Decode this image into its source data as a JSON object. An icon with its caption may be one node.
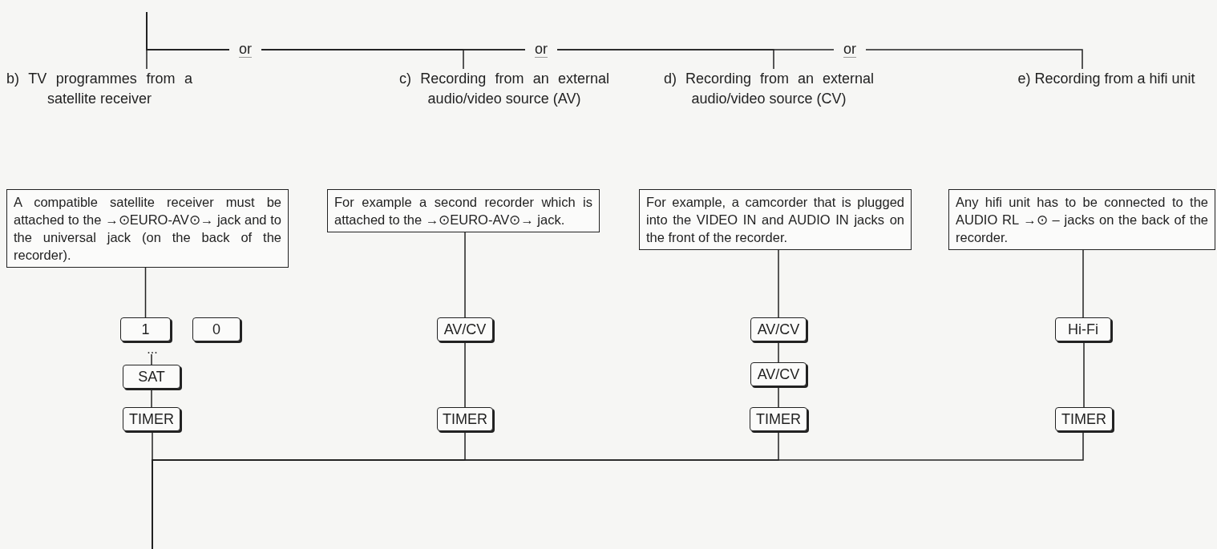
{
  "diagram": {
    "nodes": [
      {
        "text": [
          "b) TV programmes from a satellite receiver"
        ]
      },
      {
        "text": [
          "c) Recording from an external audio/video source (AV)"
        ]
      },
      {
        "text": [
          "d) Recording from an external audio/video source (CV)"
        ]
      },
      {
        "text": [
          "e) Recording from a hifi unit"
        ]
      },
      {
        "text": [
          "A compatible satellite receiver must be attached to the →⊙EURO-AV⊙→ jack and to the universal jack (on the back of the recorder)."
        ]
      },
      {
        "text": [
          "For example a second recorder which is attached to the →⊙EURO-AV⊙→ jack."
        ]
      },
      {
        "text": [
          "For example, a camcorder that is plugged into the VIDEO IN and AUDIO IN jacks on the front of the recorder."
        ]
      },
      {
        "text": [
          "Any hifi unit has to be connected to the AUDIO RL →⊙ – jacks on the back of the recorder."
        ]
      },
      {
        "text": [
          "1"
        ]
      },
      {
        "text": [
          "..."
        ]
      },
      {
        "text": [
          "0"
        ]
      },
      {
        "text": [
          "SAT"
        ]
      },
      {
        "text": [
          "TIMER"
        ]
      },
      {
        "text": [
          "AV/CV"
        ]
      },
      {
        "text": [
          "TIMER"
        ]
      },
      {
        "text": [
          "AV/CV"
        ]
      },
      {
        "text": [
          "AV/CV"
        ]
      },
      {
        "text": [
          "TIMER"
        ]
      },
      {
        "text": [
          "Hi-Fi"
        ]
      },
      {
        "text": [
          "TIMER"
        ]
      }
    ],
    "edges": [
      {
        "from": null,
        "to": 0,
        "arrow": "none"
      },
      {
        "from": null,
        "to": 1,
        "arrow": "none"
      },
      {
        "from": null,
        "to": 2,
        "arrow": "none"
      },
      {
        "from": null,
        "to": 3,
        "arrow": "none"
      },
      {
        "from": 4,
        "to": 8,
        "arrow": "none"
      },
      {
        "from": 9,
        "to": 11,
        "arrow": "none"
      },
      {
        "from": 11,
        "to": 12,
        "arrow": "none"
      },
      {
        "from": 5,
        "to": 13,
        "arrow": "none"
      },
      {
        "from": 13,
        "to": 14,
        "arrow": "none"
      },
      {
        "from": 6,
        "to": 15,
        "arrow": "none"
      },
      {
        "from": 15,
        "to": 16,
        "arrow": "none"
      },
      {
        "from": 16,
        "to": 17,
        "arrow": "none"
      },
      {
        "from": 7,
        "to": 18,
        "arrow": "none"
      },
      {
        "from": 18,
        "to": 19,
        "arrow": "none"
      },
      {
        "from": 12,
        "to": null,
        "arrow": "none"
      },
      {
        "from": 14,
        "to": null,
        "arrow": "none"
      },
      {
        "from": 17,
        "to": null,
        "arrow": "none"
      },
      {
        "from": 19,
        "to": null,
        "arrow": "none"
      }
    ],
    "labels": [
      "or",
      "or",
      "or"
    ]
  }
}
